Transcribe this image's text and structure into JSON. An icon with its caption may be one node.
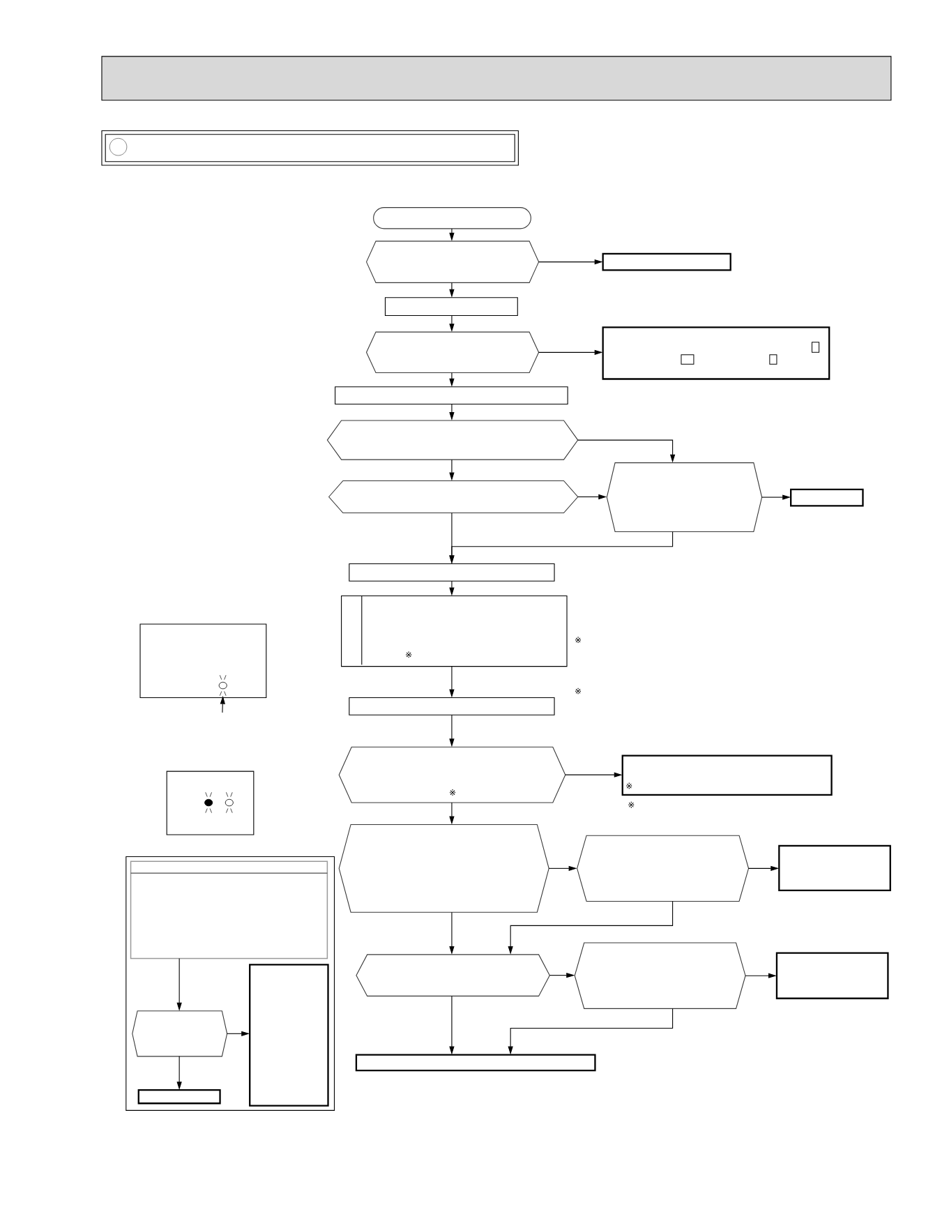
{
  "diagram": {
    "nodes": [
      {
        "text": [],
        "shape": "band"
      },
      {
        "text": [],
        "shape": "box"
      },
      {
        "text": [],
        "shape": "pill"
      },
      {
        "text": [],
        "shape": "hexagon"
      },
      {
        "text": [],
        "shape": "box"
      },
      {
        "text": [],
        "shape": "box"
      },
      {
        "text": [],
        "shape": "hexagon"
      },
      {
        "text": [],
        "shape": "box"
      },
      {
        "text": [],
        "shape": "box"
      },
      {
        "text": [],
        "shape": "hexagon"
      },
      {
        "text": [],
        "shape": "hexagon"
      },
      {
        "text": [],
        "shape": "hexagon"
      },
      {
        "text": [],
        "shape": "box"
      },
      {
        "text": [],
        "shape": "box"
      },
      {
        "text": [
          "※"
        ]
      },
      {
        "text": [],
        "shape": "box"
      },
      {
        "text": [
          "※"
        ]
      },
      {
        "text": [
          "※"
        ]
      },
      {
        "text": [],
        "shape": "hexagon"
      },
      {
        "text": [],
        "shape": "hexagon"
      },
      {
        "text": [],
        "shape": "box"
      },
      {
        "text": [],
        "shape": "hexagon"
      },
      {
        "text": [],
        "shape": "hexagon"
      },
      {
        "text": [],
        "shape": "box"
      },
      {
        "text": [],
        "shape": "box"
      },
      {
        "text": [],
        "shape": "box"
      },
      {
        "text": [],
        "shape": "lamp",
        "in": 25
      },
      {
        "text": [],
        "shape": "box"
      },
      {
        "text": [],
        "shape": "box"
      },
      {
        "text": [],
        "shape": "box",
        "in": 28
      },
      {
        "text": [],
        "shape": "hexagon",
        "in": 28
      },
      {
        "text": [],
        "shape": "box",
        "in": 28
      },
      {
        "text": [],
        "shape": "box",
        "in": 28
      }
    ],
    "edges": [
      {
        "from": 2,
        "to": 3,
        "arrow": "to"
      },
      {
        "from": 3,
        "to": 4,
        "arrow": "to"
      },
      {
        "from": 3,
        "to": 5,
        "arrow": "to"
      },
      {
        "from": 5,
        "to": 6,
        "arrow": "to"
      },
      {
        "from": 6,
        "to": 7,
        "arrow": "to"
      },
      {
        "from": 6,
        "to": 8,
        "arrow": "to"
      },
      {
        "from": 8,
        "to": 9,
        "arrow": "to"
      },
      {
        "from": 9,
        "to": 11,
        "arrow": "to"
      },
      {
        "from": 9,
        "to": 10,
        "arrow": "to"
      },
      {
        "from": 10,
        "to": 11,
        "arrow": "to"
      },
      {
        "from": 11,
        "to": 12,
        "arrow": "to"
      },
      {
        "from": 10,
        "to": 13,
        "arrow": "to"
      },
      {
        "from": 11,
        "to": 13,
        "arrow": "to"
      },
      {
        "from": 13,
        "to": 14,
        "arrow": "to"
      },
      {
        "from": 14,
        "to": 15,
        "arrow": "to"
      },
      {
        "from": 15,
        "to": 16,
        "arrow": "to"
      },
      {
        "from": 16,
        "to": 17,
        "arrow": "to"
      },
      {
        "from": 16,
        "to": 18,
        "arrow": "to"
      },
      {
        "from": 18,
        "to": 19,
        "arrow": "to"
      },
      {
        "from": 19,
        "to": 20,
        "arrow": "to"
      },
      {
        "from": 18,
        "to": 21,
        "arrow": "to"
      },
      {
        "from": 19,
        "to": 21,
        "arrow": "to"
      },
      {
        "from": 21,
        "to": 22,
        "arrow": "to"
      },
      {
        "from": 22,
        "to": 23,
        "arrow": "to"
      },
      {
        "from": 21,
        "to": 24,
        "arrow": "to"
      },
      {
        "from": 22,
        "to": 24,
        "arrow": "to"
      },
      {
        "from": null,
        "to": 26,
        "arrow": "to"
      },
      {
        "from": 29,
        "to": 30,
        "arrow": "to"
      },
      {
        "from": 30,
        "to": 31,
        "arrow": "to"
      },
      {
        "from": 30,
        "to": 32,
        "arrow": "to"
      }
    ],
    "labels": [
      "※",
      "※",
      "※"
    ]
  }
}
